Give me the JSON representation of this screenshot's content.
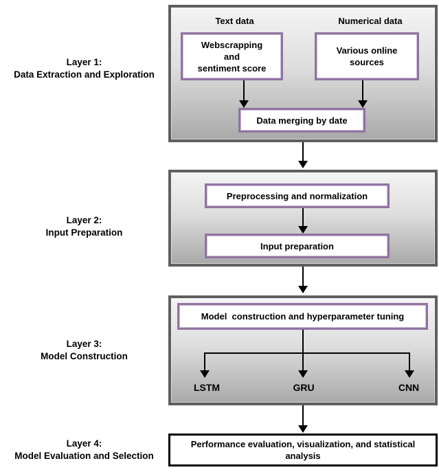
{
  "colors": {
    "panel_border": "#5f5f5f",
    "box_border_purple": "#9173a1",
    "final_box_border": "#000000",
    "arrow_color": "#000000",
    "panel_fill_top": "#f4f4f4",
    "panel_fill_bottom": "#a9a9a9"
  },
  "layer1": {
    "label": "Layer 1:\nData Extraction and Exploration",
    "text_data_header": "Text data",
    "numerical_data_header": "Numerical data",
    "webscrapping_box": "Webscrapping\nand\nsentiment score",
    "sources_box": "Various online\nsources",
    "merge_box": "Data merging by date"
  },
  "layer2": {
    "label": "Layer 2:\nInput Preparation",
    "preprocessing_box": "Preprocessing and normalization",
    "input_box": "Input preparation"
  },
  "layer3": {
    "label": "Layer 3:\nModel Construction",
    "model_box": "Model  construction and hyperparameter tuning",
    "branches": [
      "LSTM",
      "GRU",
      "CNN"
    ]
  },
  "layer4": {
    "label": "Layer 4:\nModel Evaluation and Selection",
    "evaluation_box": "Performance evaluation, visualization, and statistical\nanalysis"
  }
}
